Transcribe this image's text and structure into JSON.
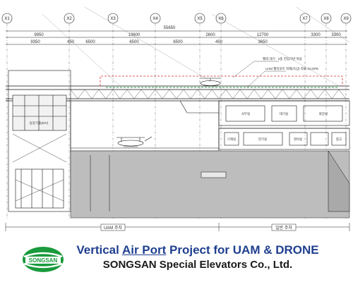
{
  "grid_axes": [
    "X1",
    "X2",
    "X3",
    "X4",
    "X5",
    "X6",
    "X7",
    "X8",
    "X9"
  ],
  "dimensions": {
    "total": "55650",
    "row1": [
      "9950",
      "19600",
      "2600",
      "12700",
      "3300",
      "3300"
    ],
    "row2": [
      "9350",
      "450",
      "6500",
      "6500",
      "6500",
      "450",
      "3650"
    ]
  },
  "annotations": {
    "note1": "헬릭 대기 · 2층 진입기반 적용",
    "note2": "UAM 헬리포트 적재(옥상) 착륙 SCOPE"
  },
  "room_labels": [
    "승강기홀(E/V)",
    "사무실",
    "대기실",
    "화장실",
    "기계실",
    "전기실",
    "경비실",
    "창고"
  ],
  "bottom_labels": {
    "left": "UAM 주차",
    "right": "일반 주차"
  },
  "footer": {
    "title_pre": "Vertical ",
    "title_highlight": "Air Port",
    "title_post": " Project for UAM & DRONE",
    "subtitle": "SONGSAN Special Elevators Co., Ltd.",
    "logo_text": "SONGSAN"
  },
  "colors": {
    "title_blue": "#1f3f8f",
    "logo_green": "#1a9a3c",
    "annotation_red": "#d12b2b",
    "annotation_green": "#2aa048",
    "ground_fill": "#bdbdbd"
  }
}
